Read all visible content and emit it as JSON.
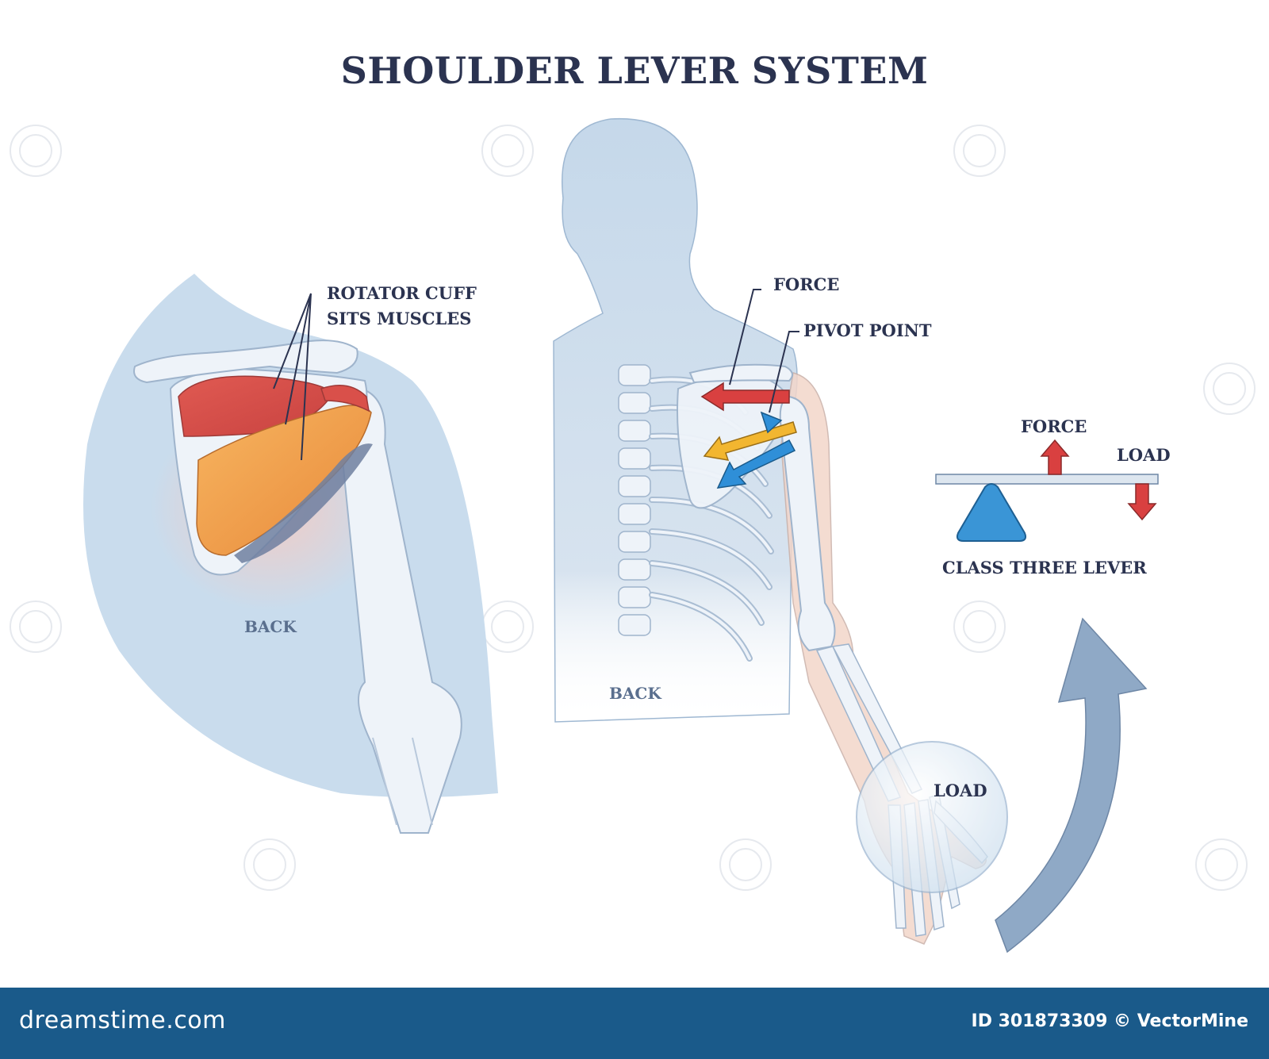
{
  "title": "SHOULDER LEVER SYSTEM",
  "left_panel": {
    "label_rotator_line1": "ROTATOR CUFF",
    "label_rotator_line2": "SITS MUSCLES",
    "label_back": "BACK"
  },
  "center_panel": {
    "label_force": "FORCE",
    "label_pivot": "PIVOT POINT",
    "label_back": "BACK",
    "label_load": "LOAD"
  },
  "lever_diagram": {
    "label_force": "FORCE",
    "label_load": "LOAD",
    "caption": "CLASS THREE LEVER"
  },
  "footer": {
    "brand": "dreamstime.com",
    "credit": "ID 301873309 © VectorMine"
  },
  "colors": {
    "title": "#2b3350",
    "silhouette": "#c5d8ea",
    "bone": "#eef3f9",
    "muscle_red": "#d9504a",
    "muscle_orange": "#f0a040",
    "arrow_red": "#d94040",
    "arrow_yellow": "#f2b630",
    "arrow_blue": "#2f8fd8",
    "fulcrum": "#3a95d6",
    "rotation_arrow": "#8fa9c6",
    "footer": "#1a5a8a"
  }
}
